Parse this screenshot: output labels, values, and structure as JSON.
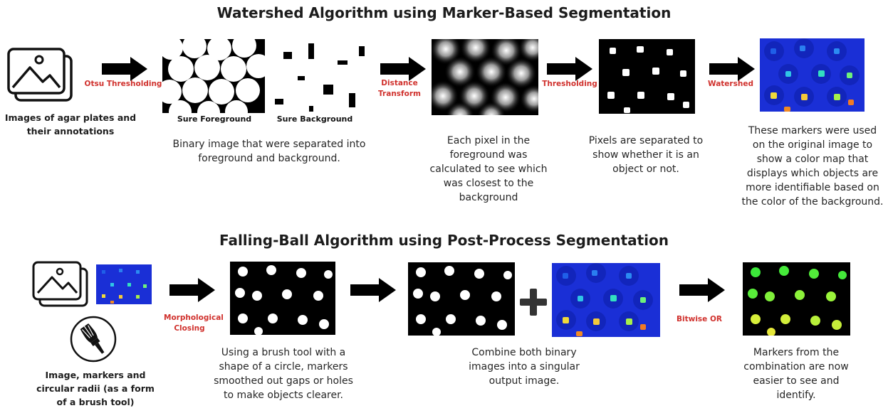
{
  "watershed": {
    "title": "Watershed Algorithm using Marker-Based Segmentation",
    "input_caption": "Images of agar plates and their annotations",
    "steps": {
      "otsu": "Otsu Thresholding",
      "distance": "Distance Transform",
      "thresholding": "Thresholding",
      "watershed": "Watershed"
    },
    "image_captions": {
      "sure_fg": "Sure Foreground",
      "sure_bg": "Sure Background"
    },
    "descriptions": {
      "binary": "Binary image that were separated into foreground and background.",
      "distance": "Each pixel in the foreground was calculated to see which was closest to the background",
      "threshold": "Pixels are separated to show whether it is an object or not.",
      "watershed": "These markers were used on the original image to show a color map that displays which objects are more identifiable based on the color of the background."
    }
  },
  "falling_ball": {
    "title": "Falling-Ball Algorithm using Post-Process Segmentation",
    "input_caption": "Image, markers and circular radii (as a form of a brush tool)",
    "steps": {
      "closing": "Morphological Closing",
      "bitwise": "Bitwise OR"
    },
    "plus_symbol": "+",
    "descriptions": {
      "closing": "Using a brush tool with a shape of a circle, markers smoothed out gaps or holes to make objects clearer.",
      "combine": "Combine both binary images into a singular output image.",
      "result": "Markers from the combination are now easier to see and identify."
    }
  },
  "colors": {
    "accent_red": "#d0312d",
    "arrow": "#000000",
    "colormap_background": "#1a2fd6"
  },
  "icons": [
    "image-stack-icon",
    "brush-icon",
    "right-arrow-icon",
    "plus-icon"
  ]
}
